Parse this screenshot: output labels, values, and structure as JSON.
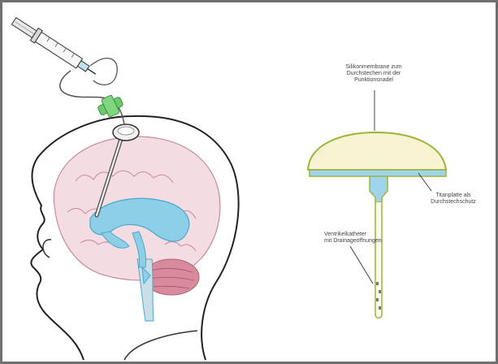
{
  "labels": {
    "membrane_line1": "Silikonmembrane zum",
    "membrane_line2": "Durchstechen mit der",
    "membrane_line3": "Punktionsnadel",
    "titan_line1": "Titanplatte als",
    "titan_line2": "Durchstechschutz",
    "catheter_line1": "Ventrikelkatheter",
    "catheter_line2": "mit Drainageöffnungen"
  },
  "colors": {
    "frame": "#6f6f6f",
    "ventricles": "#8ecfe8",
    "ventricle_stroke": "#4aa6cc",
    "brain_tint": "#f3dde2",
    "cerebellum": "#d78b9d",
    "clamp": "#6bc96b",
    "dome": "#f7f2cf",
    "dome_stroke": "#9ab53a",
    "titan_plate": "#9fd4ec"
  },
  "icons": {
    "syringe": "syringe-icon",
    "clamp": "clamp-icon",
    "reservoir": "reservoir-icon"
  }
}
